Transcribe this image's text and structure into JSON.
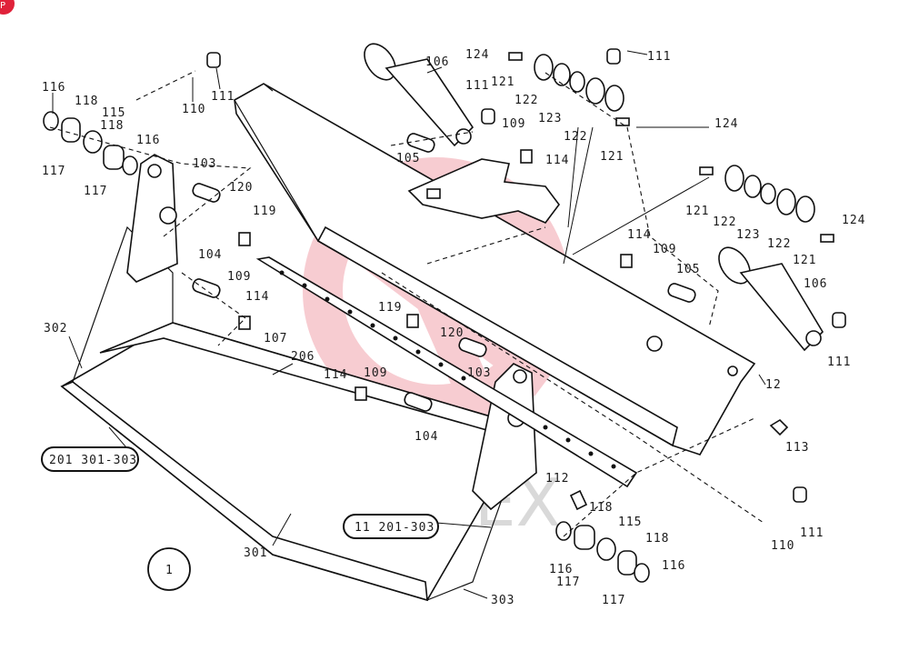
{
  "diagram": {
    "watermark_text": "ИНТЕХ",
    "colors": {
      "line": "#111111",
      "watermark": "#f2a3ad",
      "logo": "#e0223a"
    },
    "callouts": [
      {
        "id": "c116a",
        "text": "116"
      },
      {
        "id": "c118a",
        "text": "118"
      },
      {
        "id": "c115a",
        "text": "115"
      },
      {
        "id": "c118b",
        "text": "118"
      },
      {
        "id": "c116b",
        "text": "116"
      },
      {
        "id": "c117a",
        "text": "117"
      },
      {
        "id": "c117b",
        "text": "117"
      },
      {
        "id": "c110a",
        "text": "110"
      },
      {
        "id": "c111a",
        "text": "111"
      },
      {
        "id": "c103a",
        "text": "103"
      },
      {
        "id": "c120a",
        "text": "120"
      },
      {
        "id": "c119a",
        "text": "119"
      },
      {
        "id": "c104a",
        "text": "104"
      },
      {
        "id": "c109a",
        "text": "109"
      },
      {
        "id": "c114a",
        "text": "114"
      },
      {
        "id": "c302",
        "text": "302"
      },
      {
        "id": "c107",
        "text": "107"
      },
      {
        "id": "c206",
        "text": "206"
      },
      {
        "id": "c106a",
        "text": "106"
      },
      {
        "id": "c124a",
        "text": "124"
      },
      {
        "id": "c111b",
        "text": "111"
      },
      {
        "id": "c121a",
        "text": "121"
      },
      {
        "id": "c122a",
        "text": "122"
      },
      {
        "id": "c123a",
        "text": "123"
      },
      {
        "id": "c122b",
        "text": "122"
      },
      {
        "id": "c121b",
        "text": "121"
      },
      {
        "id": "c111c",
        "text": "111"
      },
      {
        "id": "c109b",
        "text": "109"
      },
      {
        "id": "c114b",
        "text": "114"
      },
      {
        "id": "c105a",
        "text": "105"
      },
      {
        "id": "c124b",
        "text": "124"
      },
      {
        "id": "c121c",
        "text": "121"
      },
      {
        "id": "c122c",
        "text": "122"
      },
      {
        "id": "c123b",
        "text": "123"
      },
      {
        "id": "c122d",
        "text": "122"
      },
      {
        "id": "c121d",
        "text": "121"
      },
      {
        "id": "c124c",
        "text": "124"
      },
      {
        "id": "c114c",
        "text": "114"
      },
      {
        "id": "c109c",
        "text": "109"
      },
      {
        "id": "c105b",
        "text": "105"
      },
      {
        "id": "c106b",
        "text": "106"
      },
      {
        "id": "c111d",
        "text": "111"
      },
      {
        "id": "c12",
        "text": "12"
      },
      {
        "id": "c119b",
        "text": "119"
      },
      {
        "id": "c120b",
        "text": "120"
      },
      {
        "id": "c103b",
        "text": "103"
      },
      {
        "id": "c114d",
        "text": "114"
      },
      {
        "id": "c109d",
        "text": "109"
      },
      {
        "id": "c104b",
        "text": "104"
      },
      {
        "id": "c113",
        "text": "113"
      },
      {
        "id": "c112",
        "text": "112"
      },
      {
        "id": "c118c",
        "text": "118"
      },
      {
        "id": "c115b",
        "text": "115"
      },
      {
        "id": "c118d",
        "text": "118"
      },
      {
        "id": "c116c",
        "text": "116"
      },
      {
        "id": "c116d",
        "text": "116"
      },
      {
        "id": "c117c",
        "text": "117"
      },
      {
        "id": "c117d",
        "text": "117"
      },
      {
        "id": "c110b",
        "text": "110"
      },
      {
        "id": "c111e",
        "text": "111"
      },
      {
        "id": "c301",
        "text": "301"
      },
      {
        "id": "c303",
        "text": "303"
      }
    ],
    "group_labels": [
      {
        "id": "g1",
        "text": "201 301-303"
      },
      {
        "id": "g2",
        "text": "11 201-303"
      }
    ],
    "view_number": "1"
  }
}
